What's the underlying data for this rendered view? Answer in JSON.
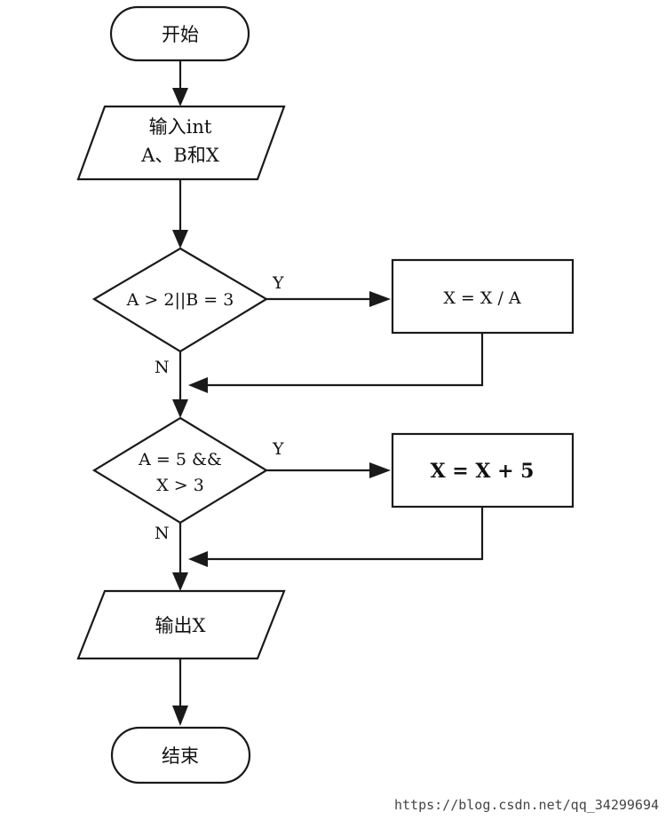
{
  "flowchart": {
    "start_label": "开始",
    "input_line1": "输入int",
    "input_line2": "A、B和X",
    "decision1_label": "A > 2||B = 3",
    "decision1_yes": "Y",
    "decision1_no": "N",
    "process1_label": "X = X / A",
    "decision2_line1": "A = 5 &&",
    "decision2_line2": "X > 3",
    "decision2_yes": "Y",
    "decision2_no": "N",
    "process2_label": "X = X + 5",
    "output_label": "输出X",
    "end_label": "结束"
  },
  "watermark": {
    "text": "https://blog.csdn.net/qq_34299694"
  },
  "colors": {
    "stroke": "#1a1a1a",
    "text": "#111111",
    "background": "#ffffff"
  }
}
